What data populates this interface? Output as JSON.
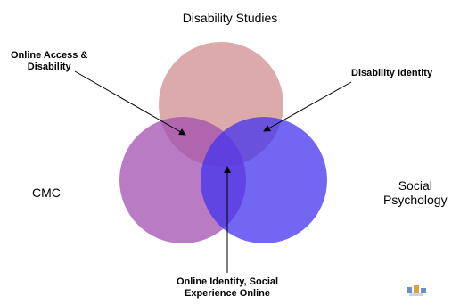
{
  "sets": {
    "top": "Disability Studies",
    "left": "CMC",
    "right": [
      "Social",
      "Psychology"
    ]
  },
  "annotations": {
    "top_left": [
      "Online Access &",
      "Disability"
    ],
    "top_right": "Disability Identity",
    "bottom": [
      "Online Identity, Social",
      "Experience Online"
    ]
  },
  "colors": {
    "top_circle": "#d08e8e",
    "left_circle": "#a04fb0",
    "right_circle": "#4433ee",
    "arrow": "#000000"
  },
  "icons": [
    "corner-logo-icon"
  ]
}
